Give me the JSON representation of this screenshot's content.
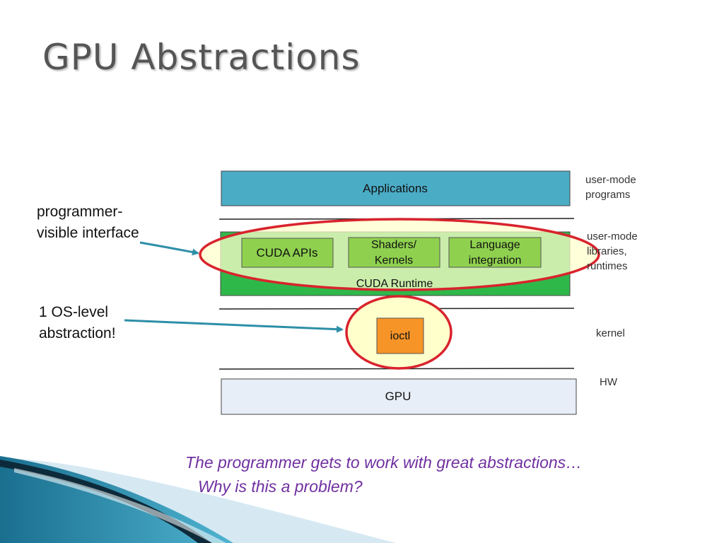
{
  "slide": {
    "title": "GPU Abstractions"
  },
  "diagram": {
    "applications": "Applications",
    "cuda_apis": "CUDA APIs",
    "shaders_line1": "Shaders/",
    "shaders_line2": "Kernels",
    "language_line1": "Language",
    "language_line2": "integration",
    "cuda_runtime": "CUDA Runtime",
    "ioctl": "ioctl",
    "gpu": "GPU"
  },
  "layer_labels": {
    "user_programs_1": "user-mode",
    "user_programs_2": "programs",
    "user_libs_1": "user-mode",
    "user_libs_2": "libraries,",
    "user_libs_3": "runtimes",
    "kernel": "kernel",
    "hw": "HW"
  },
  "annotations": {
    "programmer_1": "programmer-",
    "programmer_2": "visible interface",
    "os_1": "1 OS-level",
    "os_2": "abstraction!"
  },
  "caption": {
    "line1": "The programmer gets to work with great abstractions…",
    "line2": "Why is this a problem?"
  },
  "colors": {
    "applications": "#4bacc6",
    "runtime_green": "#2fb84a",
    "inner_box_green": "#8fd14f",
    "ioctl_orange": "#f79427",
    "gpu_fill": "#e8eef8",
    "highlight_fill": "#ffffcc",
    "highlight_stroke": "#d9232d",
    "arrow": "#2e8fa8",
    "caption": "#7030a0"
  }
}
